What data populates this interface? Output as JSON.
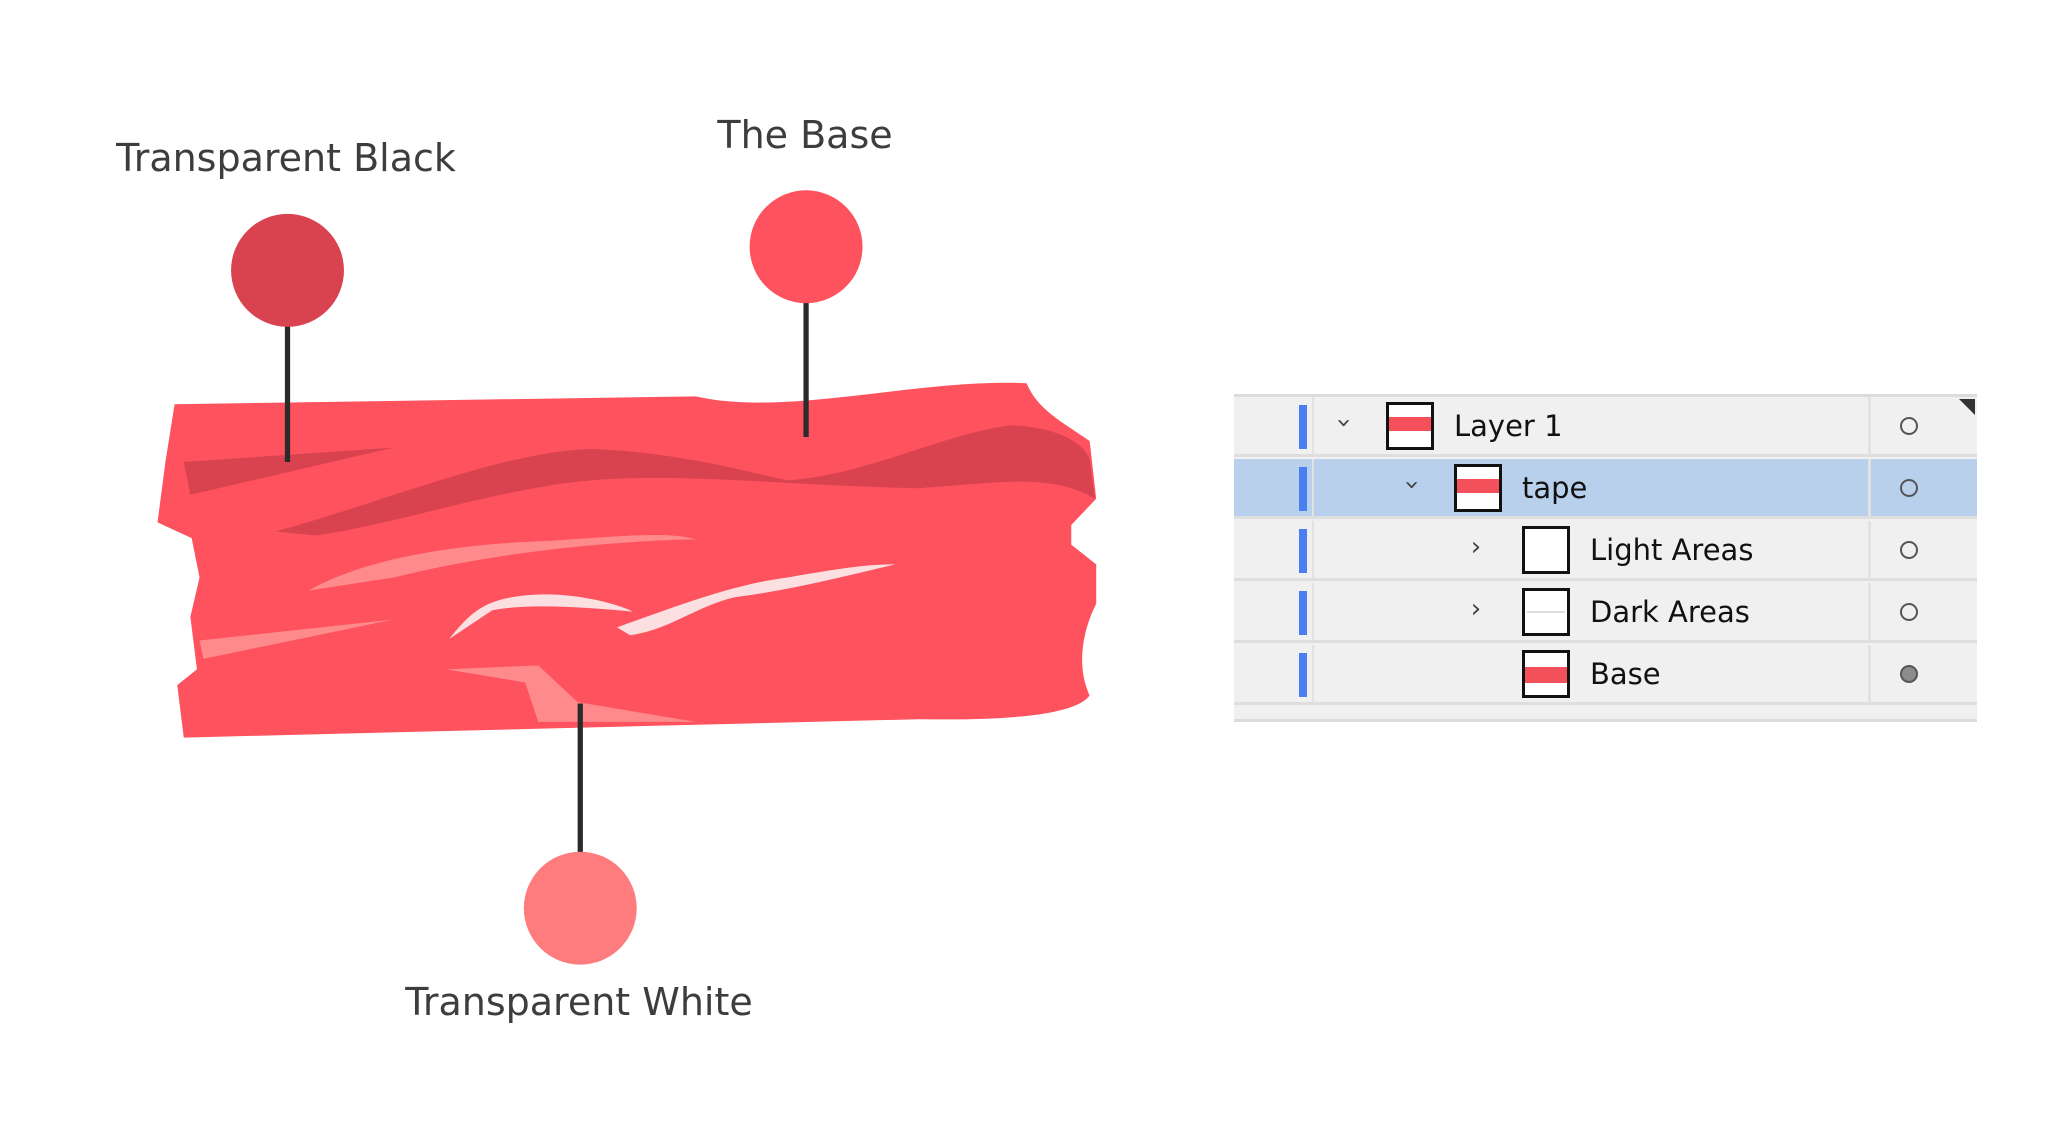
{
  "annotations": {
    "transparent_black": "Transparent Black",
    "the_base": "The Base",
    "transparent_white": "Transparent White"
  },
  "colors": {
    "base": "#fe525e",
    "dark": "#d9424f",
    "light": "#fe7c7d",
    "selection": "#b9d0ec",
    "layer_bar": "#4a7ff2"
  },
  "layers_panel": {
    "rows": [
      {
        "name": "Layer 1",
        "expanded": true,
        "selected": false,
        "visibility": "open"
      },
      {
        "name": "tape",
        "expanded": true,
        "selected": true,
        "visibility": "open"
      },
      {
        "name": "Light Areas",
        "expanded": false,
        "selected": false,
        "visibility": "open"
      },
      {
        "name": "Dark Areas",
        "expanded": false,
        "selected": false,
        "visibility": "open"
      },
      {
        "name": "Base",
        "selected": false,
        "visibility": "filled"
      }
    ]
  }
}
